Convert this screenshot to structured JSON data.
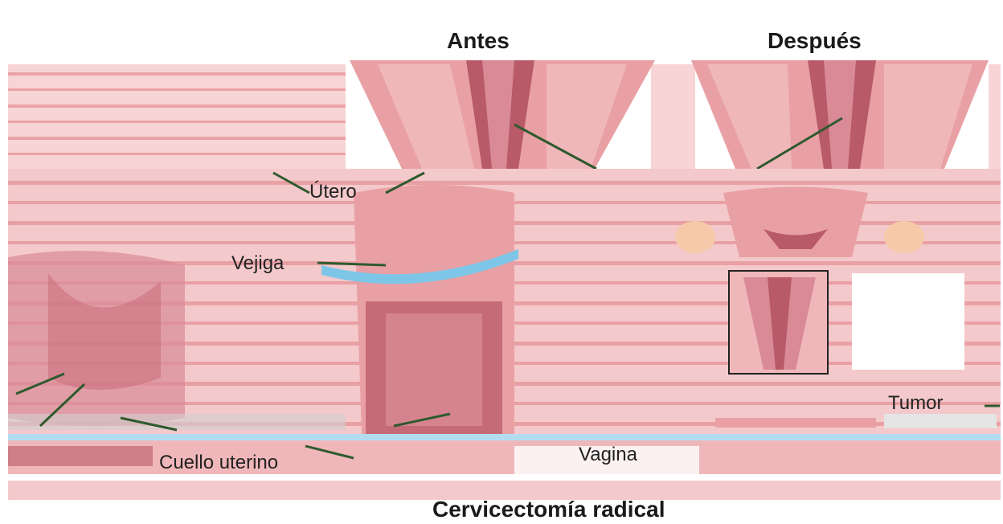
{
  "diagram": {
    "title": "Cervicectomía radical",
    "panel_before": "Antes",
    "panel_after": "Después",
    "labels": {
      "uterus": "Útero",
      "bladder": "Vejiga",
      "cervix": "Cuello uterino",
      "vagina": "Vagina",
      "tumor": "Tumor"
    }
  },
  "colors": {
    "tissue": "#e9a0a4",
    "tissue_light": "#f4c9cb",
    "tissue_dark": "#b85a68",
    "bladder": "#7ec6e8",
    "leader_line": "#2e5a2e",
    "ovary": "#f6c9a8"
  }
}
